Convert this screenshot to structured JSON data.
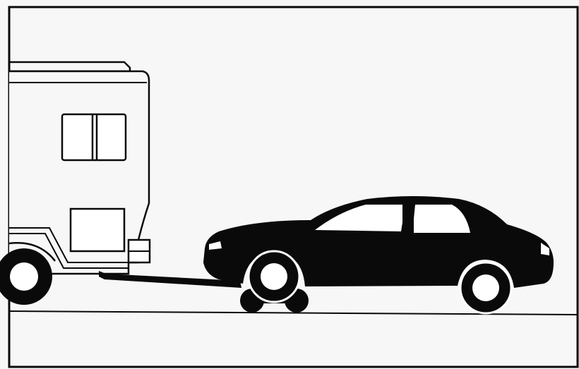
{
  "colors": {
    "background": "#f7f7f7",
    "ink": "#0a0a0a",
    "paper": "#ffffff"
  },
  "scene": {
    "elements": [
      "motorhome",
      "tow-dolly",
      "sedan",
      "ground-line"
    ]
  }
}
